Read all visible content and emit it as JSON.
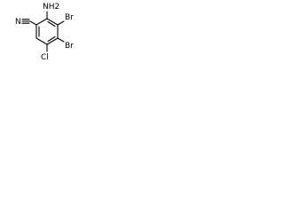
{
  "molecule": {
    "atoms": {
      "nh2": "NH2",
      "br_top": "Br",
      "n_nitrile": "N",
      "cl": "Cl",
      "br_bottom": "Br"
    },
    "colors": {
      "bond": "#000000",
      "label": "#000000",
      "background": "#ffffff"
    }
  }
}
